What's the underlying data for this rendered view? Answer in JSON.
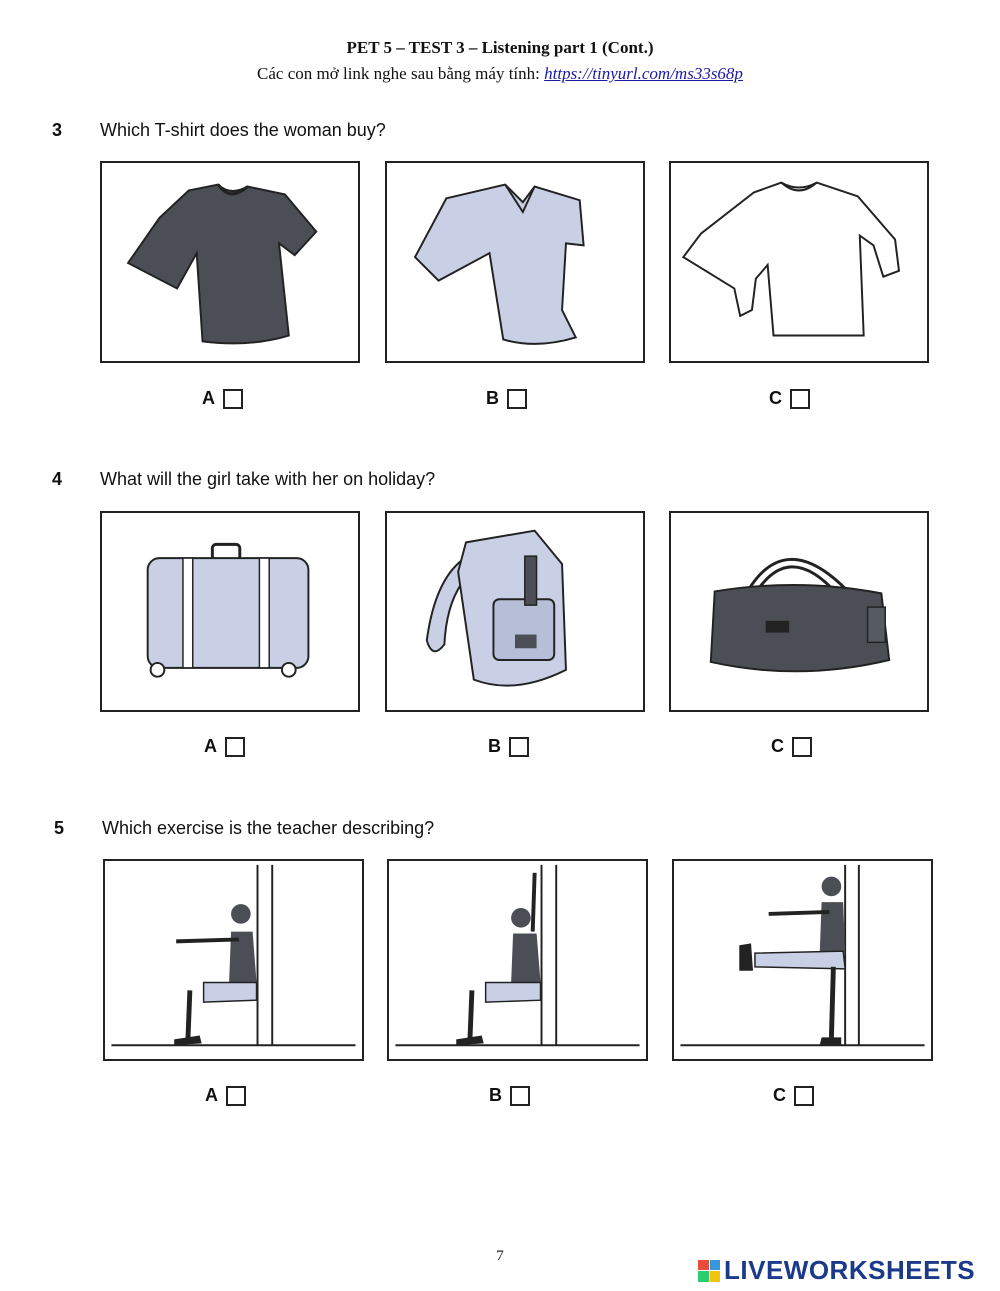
{
  "header": {
    "title": "PET 5 – TEST 3 – Listening part 1 (Cont.)",
    "subtitle_prefix": "Các con mở link nghe sau bằng máy tính: ",
    "link": "https://tinyurl.com/ms33s68p"
  },
  "questions": [
    {
      "number": "3",
      "text": "Which T-shirt does the woman buy?",
      "options": [
        "A",
        "B",
        "C"
      ]
    },
    {
      "number": "4",
      "text": "What will the girl take with her on holiday?",
      "options": [
        "A",
        "B",
        "C"
      ]
    },
    {
      "number": "5",
      "text": "Which exercise is the teacher describing?",
      "options": [
        "A",
        "B",
        "C"
      ]
    }
  ],
  "footer": {
    "page_number": "7",
    "brand": "LIVEWORKSHEETS"
  },
  "colors": {
    "dark_fill": "#4b4f55",
    "light_fill": "#c9d0e6",
    "link": "#1a1aa6",
    "brand": "#1b3a8a"
  },
  "icons": [
    "dark-tshirt-icon",
    "light-vneck-tshirt-icon",
    "long-sleeve-shirt-icon",
    "suitcase-icon",
    "backpack-icon",
    "holdall-bag-icon",
    "wall-sit-arms-forward-icon",
    "wall-sit-arms-up-icon",
    "standing-leg-raise-icon"
  ]
}
